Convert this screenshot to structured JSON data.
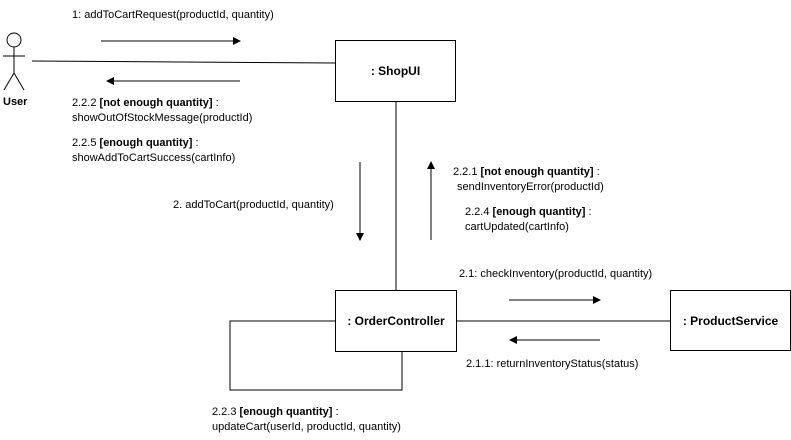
{
  "actor": {
    "name": "User"
  },
  "objects": {
    "shop_ui": ": ShopUI",
    "order_controller": ": OrderController",
    "product_service": ": ProductService"
  },
  "messages": {
    "m1": {
      "text": "1: addToCartRequest(productId, quantity)"
    },
    "m222": {
      "num": "2.2.2 ",
      "guard": "[not enough quantity]",
      "tail": " :",
      "call": "showOutOfStockMessage(productId)"
    },
    "m225": {
      "num": "2.2.5 ",
      "guard": "[enough quantity]",
      "tail": " :",
      "call": "showAddToCartSuccess(cartInfo)"
    },
    "m2": {
      "text": "2. addToCart(productId, quantity)"
    },
    "m221": {
      "num": "2.2.1 ",
      "guard": "[not enough quantity]",
      "tail": " :",
      "call": "sendInventoryError(productId)"
    },
    "m224": {
      "num": "2.2.4 ",
      "guard": "[enough quantity]",
      "tail": " :",
      "call": "cartUpdated(cartInfo)"
    },
    "m21": {
      "text": "2.1: checkInventory(productId, quantity)"
    },
    "m211": {
      "text": "2.1.1: returnInventoryStatus(status)"
    },
    "m223": {
      "num": "2.2.3 ",
      "guard": "[enough quantity]",
      "tail": " :",
      "call": "updateCart(userId, productId, quantity)"
    }
  }
}
